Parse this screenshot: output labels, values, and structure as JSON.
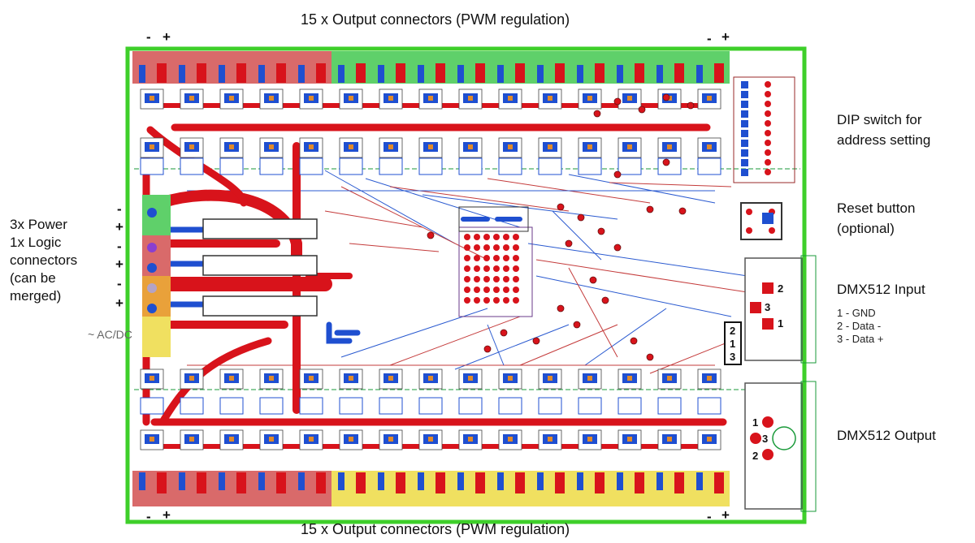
{
  "labels": {
    "top_title": "15 x Output connectors (PWM regulation)",
    "bottom_title": "15 x Output connectors (PWM regulation)",
    "dip_line1": "DIP switch for",
    "dip_line2": "address setting",
    "reset_line1": "Reset button",
    "reset_line2": "(optional)",
    "dmx_in": "DMX512 Input",
    "dmx_in_pin1": "1 - GND",
    "dmx_in_pin2": "2 - Data -",
    "dmx_in_pin3": "3 - Data +",
    "dmx_out": "DMX512 Output",
    "power_line1": "3x Power",
    "power_line2": "1x Logic",
    "power_line3": "connectors",
    "power_line4": "(can be",
    "power_line5": "merged)",
    "acdc": "~ AC/DC"
  },
  "polarity": {
    "minus": "-",
    "plus": "+"
  },
  "connector_pins": {
    "xlr_in_1": "1",
    "xlr_in_2": "2",
    "xlr_in_3": "3",
    "xlr_out_1": "1",
    "xlr_out_2": "2",
    "xlr_out_3": "3",
    "header_2": "2",
    "header_1": "1",
    "header_3": "3"
  },
  "colors": {
    "board_outline": "#3ecf2a",
    "red_trace": "#d8131b",
    "blue_trace": "#1f4fd0",
    "green_connector": "#5fd06a",
    "red_connector": "#d96a6a",
    "yellow_connector": "#f0e060",
    "silkscreen": "#1a9a3a"
  }
}
